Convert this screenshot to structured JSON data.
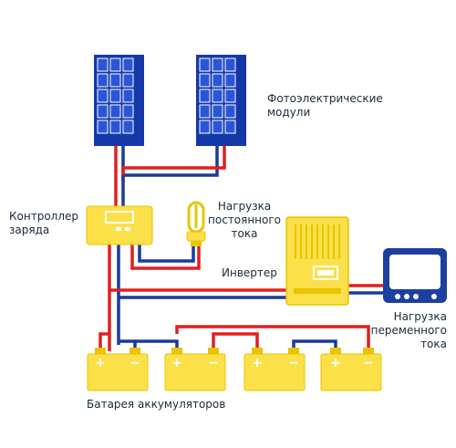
{
  "labels": {
    "pv_modules": "Фотоэлектрические\nмодули",
    "charge_controller": "Контроллер\nзаряда",
    "dc_load": "Нагрузка\nпостоянного\nтока",
    "inverter": "Инвертер",
    "ac_load": "Нагрузка\nпеременного\nтока",
    "battery_bank": "Батарея аккумуляторов"
  },
  "terminals": {
    "plus": "+",
    "minus": "−"
  },
  "colors": {
    "panel_frame": "#1538a8",
    "panel_cell": "#2a56d6",
    "wire_positive": "#e02020",
    "wire_negative": "#1a3a9e",
    "device_yellow": "#fbe04a",
    "device_border": "#e9c400",
    "monitor_blue": "#1d3fa0",
    "text": "#1a2a3a"
  },
  "icons": [
    "solar-panel-icon",
    "charge-controller-icon",
    "lamp-icon",
    "inverter-icon",
    "monitor-icon",
    "battery-icon"
  ]
}
